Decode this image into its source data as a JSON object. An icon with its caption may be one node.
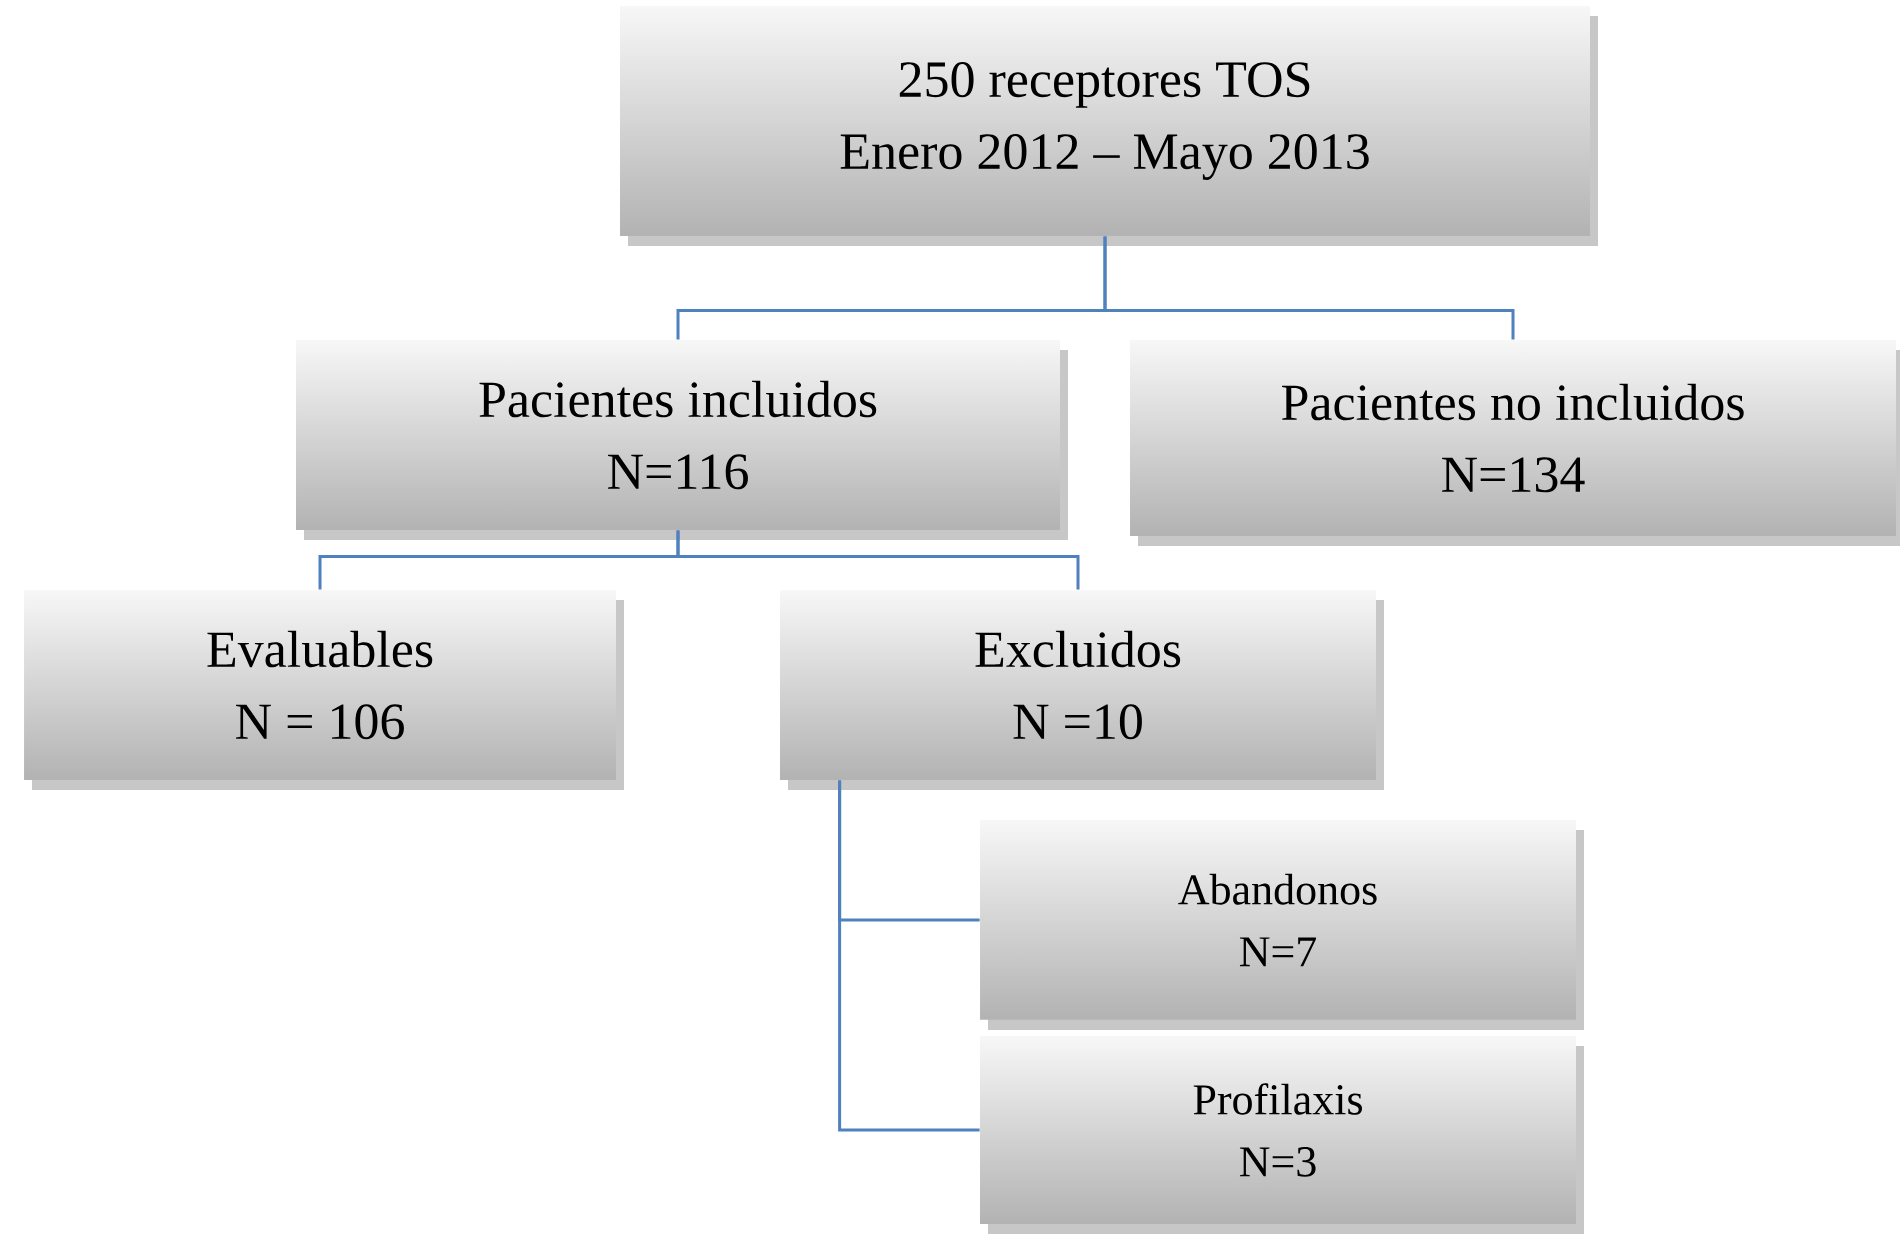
{
  "diagram": {
    "nodes": [
      {
        "text": [
          "250 receptores TOS",
          "Enero 2012 – Mayo 2013"
        ]
      },
      {
        "text": [
          "Pacientes incluidos",
          "N=116"
        ]
      },
      {
        "text": [
          "Pacientes no incluidos",
          "N=134"
        ]
      },
      {
        "text": [
          "Evaluables",
          "N = 106"
        ]
      },
      {
        "text": [
          "Excluidos",
          "N =10"
        ]
      },
      {
        "text": [
          "Abandonos",
          "N=7"
        ]
      },
      {
        "text": [
          "Profilaxis",
          "N=3"
        ]
      }
    ],
    "edges": [
      {
        "from": 0,
        "to": 1,
        "arrow": "none"
      },
      {
        "from": 0,
        "to": 2,
        "arrow": "none"
      },
      {
        "from": 1,
        "to": 3,
        "arrow": "none"
      },
      {
        "from": 1,
        "to": 4,
        "arrow": "none"
      },
      {
        "from": 4,
        "to": 5,
        "arrow": "none"
      },
      {
        "from": 4,
        "to": 6,
        "arrow": "none"
      }
    ]
  }
}
